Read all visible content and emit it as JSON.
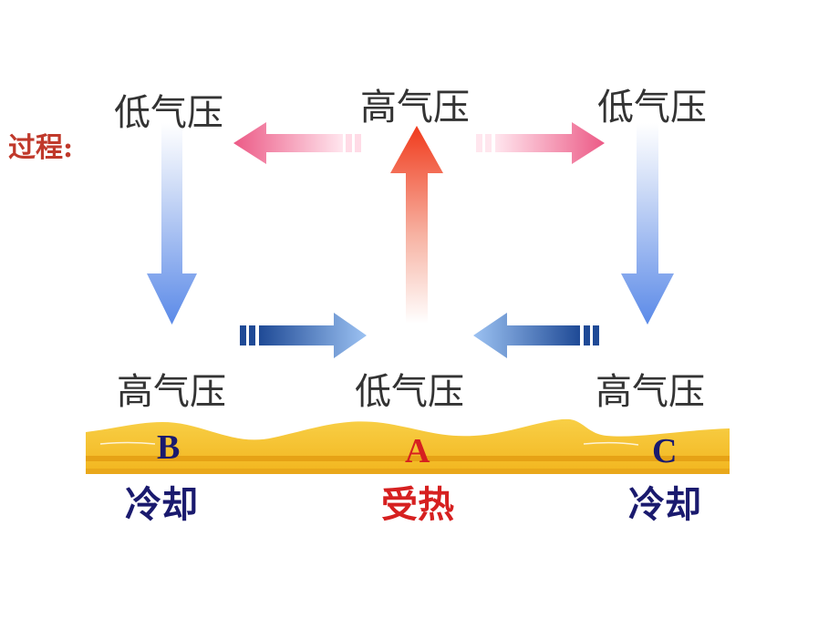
{
  "diagram": {
    "process_label": "过程:",
    "pressure_top_left": "低气压",
    "pressure_top_center": "高气压",
    "pressure_top_right": "低气压",
    "pressure_bottom_left": "高气压",
    "pressure_bottom_center": "低气压",
    "pressure_bottom_right": "高气压",
    "point_left": "B",
    "point_center": "A",
    "point_right": "C",
    "state_left": "冷却",
    "state_center": "受热",
    "state_right": "冷却",
    "colors": {
      "process_label": "#c0392b",
      "pressure_text": "#333333",
      "point_left": "#1a1a6e",
      "point_center": "#d62020",
      "point_right": "#1a1a6e",
      "state_cold": "#1a1a6e",
      "state_hot": "#d62020",
      "ground_fill": "#f6c22c",
      "ground_stripe": "#e29b12",
      "arrow_descending": "#5b8ae8",
      "arrow_rising": "#f03a1c",
      "arrow_high_flow": "#ec5a86",
      "arrow_surface_flow": "#4f7fcf"
    }
  }
}
